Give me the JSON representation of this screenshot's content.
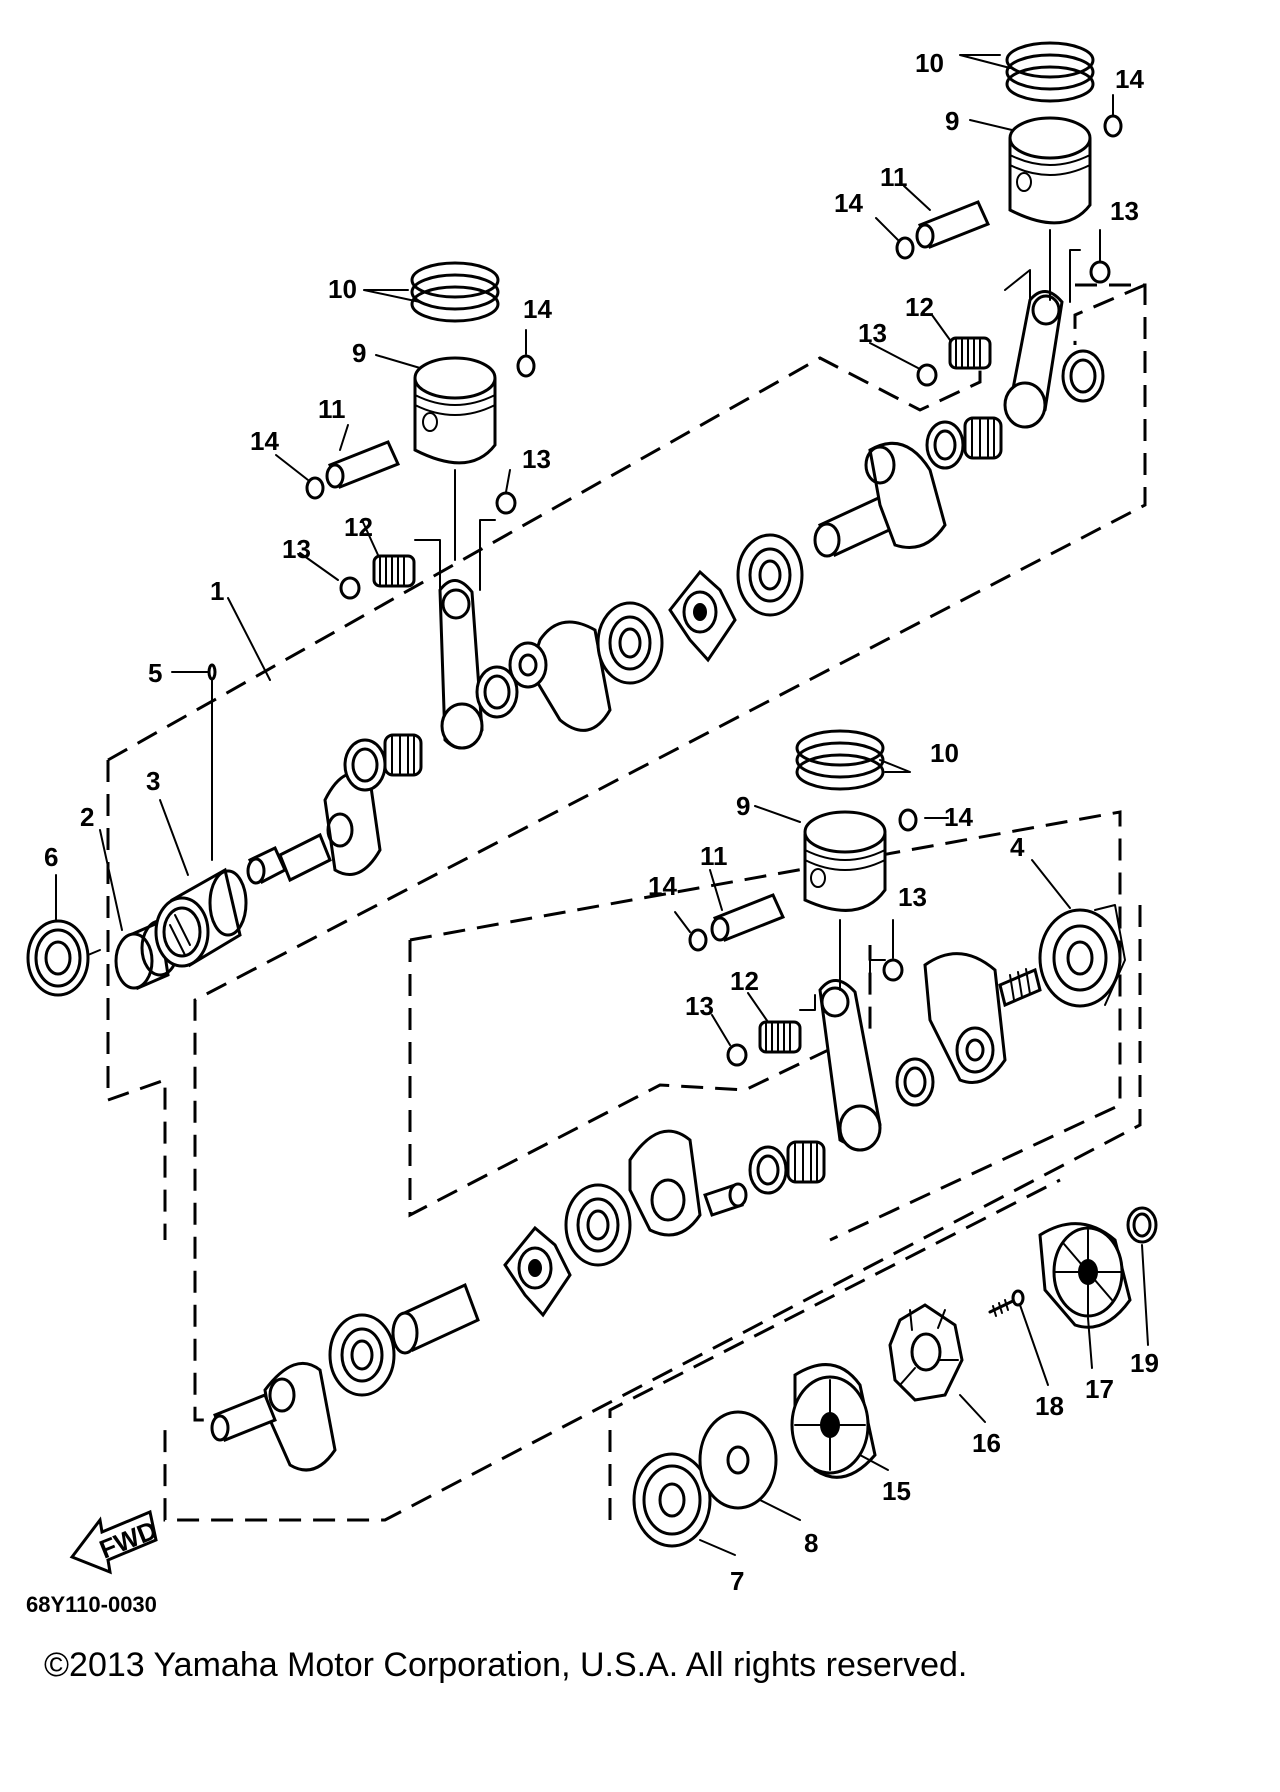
{
  "diagram": {
    "code": "68Y110-0030",
    "copyright": "©2013 Yamaha Motor Corporation, U.S.A. All rights reserved.",
    "fwd_label": "FWD"
  },
  "callouts": [
    "1",
    "2",
    "3",
    "4",
    "5",
    "6",
    "7",
    "8",
    "9",
    "10",
    "11",
    "12",
    "13",
    "14",
    "15",
    "16",
    "17",
    "18",
    "19"
  ]
}
